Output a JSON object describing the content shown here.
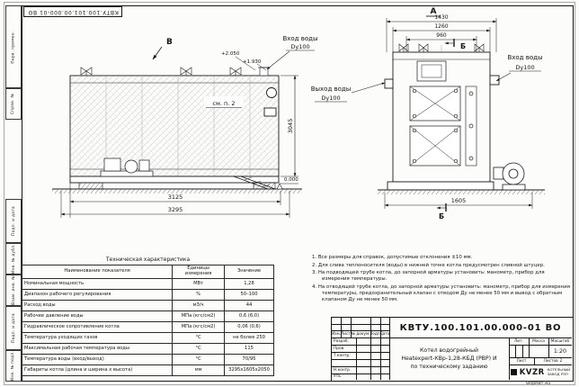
{
  "doc": {
    "number": "КВТУ.100.101.00.000-01 ВО",
    "format": "Формат А3"
  },
  "margins": {
    "labels": [
      "Перв. примен.",
      "Справ. №",
      "Подп. и дата",
      "Инв. № дубл.",
      "Взам. инв. №",
      "Подп. и дата",
      "Инв. № подл."
    ]
  },
  "side_view": {
    "view_letter": "В",
    "inlet_title": "Вход воды",
    "inlet_dn": "Dy100",
    "level_top": "+2.050",
    "level_pipe": "+1.930",
    "see_note": "см. п. 2",
    "level_zero": "0.000",
    "dim_height": "3045",
    "dim_body": "3125",
    "dim_total": "3295"
  },
  "front_view": {
    "view_letter": "А",
    "section_letter_top": "Б",
    "section_letter_bottom": "Б",
    "dim_width_total": "1430",
    "dim_width_mid": "1260",
    "dim_width_inner": "960",
    "dim_base": "1605",
    "outlet_title": "Выход воды",
    "outlet_dn": "Dy100",
    "inlet_title": "Вход воды",
    "inlet_dn": "Dy100"
  },
  "tech_table": {
    "title": "Техническая характеристика",
    "col_name": "Наименование показателя",
    "col_units": "Единицы\nизмерения",
    "col_value": "Значение",
    "rows": [
      {
        "name": "Номинальная мощность",
        "units": "МВт",
        "value": "1,28"
      },
      {
        "name": "Диапазон рабочего регулирования",
        "units": "%",
        "value": "50–100"
      },
      {
        "name": "Расход воды",
        "units": "м3/ч",
        "value": "44"
      },
      {
        "name": "Рабочее давление воды",
        "units": "МПа (кгс/см2)",
        "value": "0,6 (6,0)"
      },
      {
        "name": "Гидравлическое сопротивление котла",
        "units": "МПа (кгс/см2)",
        "value": "0,06 (0,6)"
      },
      {
        "name": "Температура уходящих газов",
        "units": "°С",
        "value": "не более 250"
      },
      {
        "name": "Максимальная рабочая температура воды",
        "units": "°С",
        "value": "115"
      },
      {
        "name": "Температура воды (вход/выход)",
        "units": "°С",
        "value": "70/95"
      },
      {
        "name": "Габариты котла (длина и ширина х высота)",
        "units": "мм",
        "value": "3295х1605х2050"
      }
    ]
  },
  "notes": {
    "items": [
      "1.  Все размеры для справок, допустимые отклонения ±10 мм.",
      "2.  Для слива теплоносителя (воды) в нижней точке котла предусмотрен сливной штуцер.",
      "3.  На подводящей трубе котла, до запорной арматуры установить: манометр, прибор для измерения температуры.",
      "4.  На отводящей трубе котла, до запорной арматуры установить: манометр, прибор для измерения температуры, предохранительный клапан с отводом Ду не менее 50 мм и вывод с обратным клапаном Ду не менее 50 мм."
    ]
  },
  "title_block": {
    "doc_number": "КВТУ.100.101.00.000-01 ВО",
    "header_cols": [
      "Изм.",
      "Лист",
      "№ докум.",
      "Подп.",
      "Дата"
    ],
    "roles": [
      "Разраб.",
      "Пров.",
      "Т.контр.",
      "Н.контр.",
      "Утв."
    ],
    "name_line1": "Котел водогрейный",
    "name_line2": "Heatexpert-КВр-1,28-КБД (РВР) И",
    "name_line3": "по техническому заданию",
    "lit_label": "Лит.",
    "mass_label": "Масса",
    "scale_label": "Масштаб",
    "scale_value": "1:20",
    "sheet_label": "Лист",
    "sheets_label": "Листов",
    "sheets_value": "2",
    "brand": "KVZR",
    "company_line1": "КОТЕЛЬНЫЙ",
    "company_line2": "ЗАВОД РЭП"
  }
}
